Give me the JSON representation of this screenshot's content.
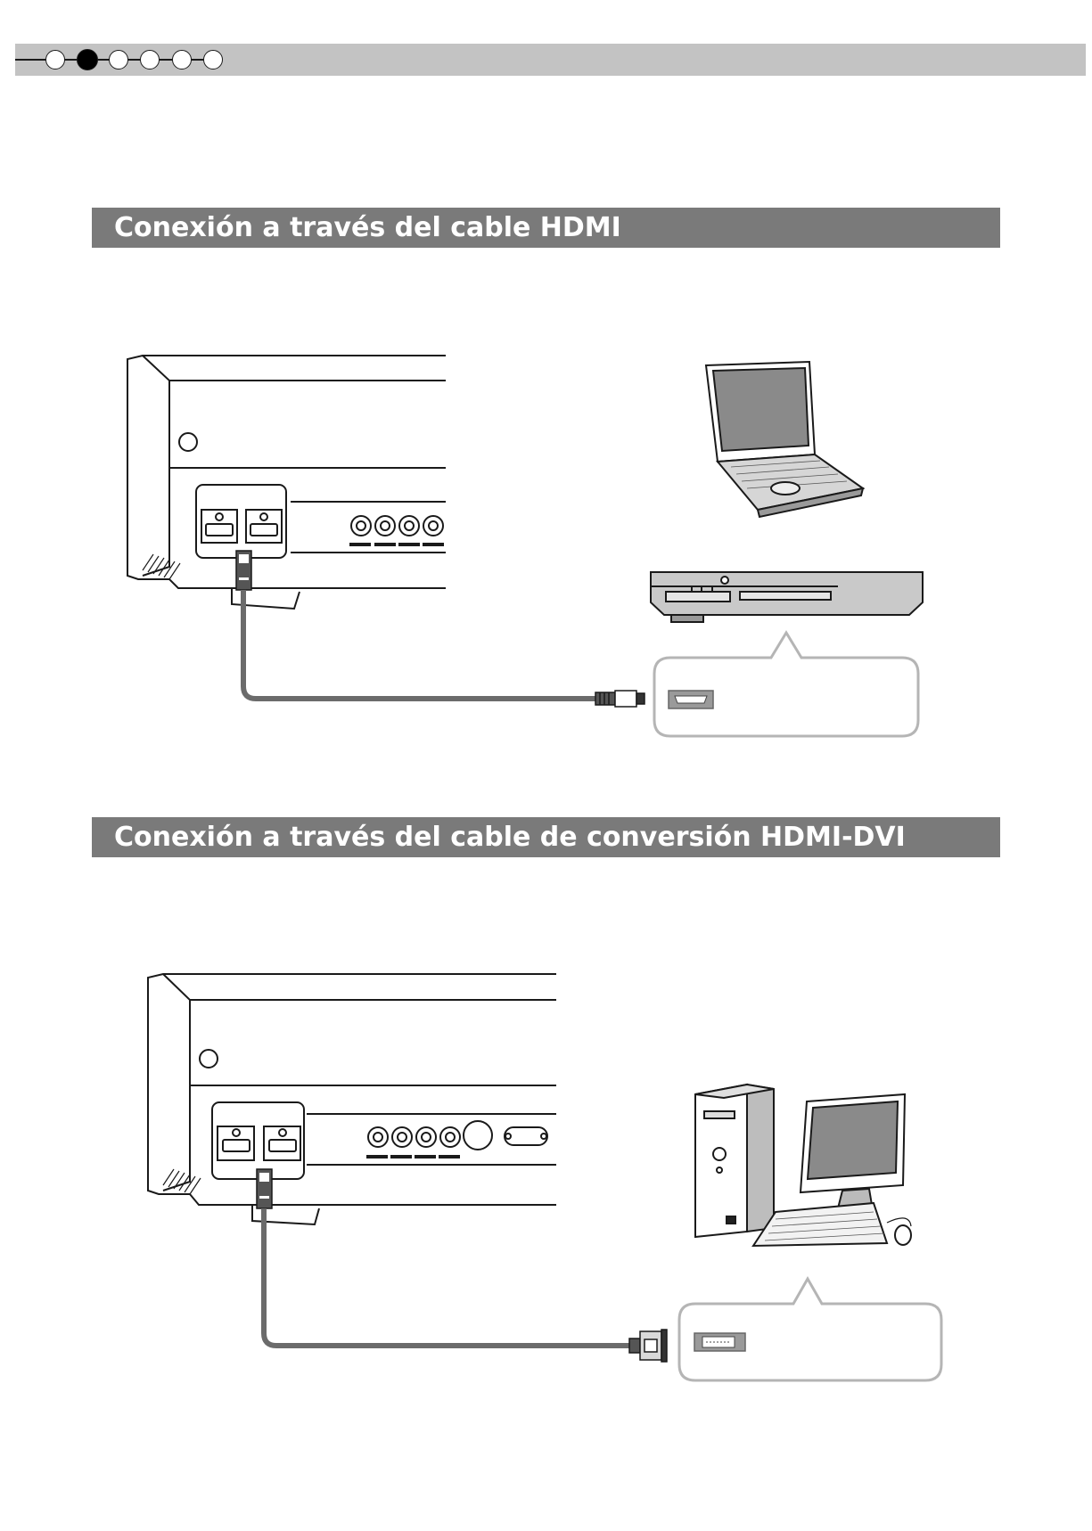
{
  "header": {
    "progress_steps": 6,
    "active_step_index": 2
  },
  "sections": [
    {
      "title": "Conexión a través del cable HDMI"
    },
    {
      "title": "Conexión a través del cable de conversión HDMI-DVI"
    }
  ],
  "icons": {
    "projector": "projector-rear-panel-icon",
    "laptop": "laptop-icon",
    "dvd_player": "dvd-player-icon",
    "hdmi_port": "hdmi-port-icon",
    "hdmi_plug": "hdmi-plug-icon",
    "desktop_pc": "desktop-pc-icon",
    "dvi_port": "dvi-port-icon",
    "dvi_plug": "dvi-plug-icon"
  },
  "colors": {
    "heading_bg": "#7a7a7a",
    "header_bar": "#c3c3c3",
    "cable": "#6b6b6b",
    "callout_border": "#b5b5b5"
  }
}
